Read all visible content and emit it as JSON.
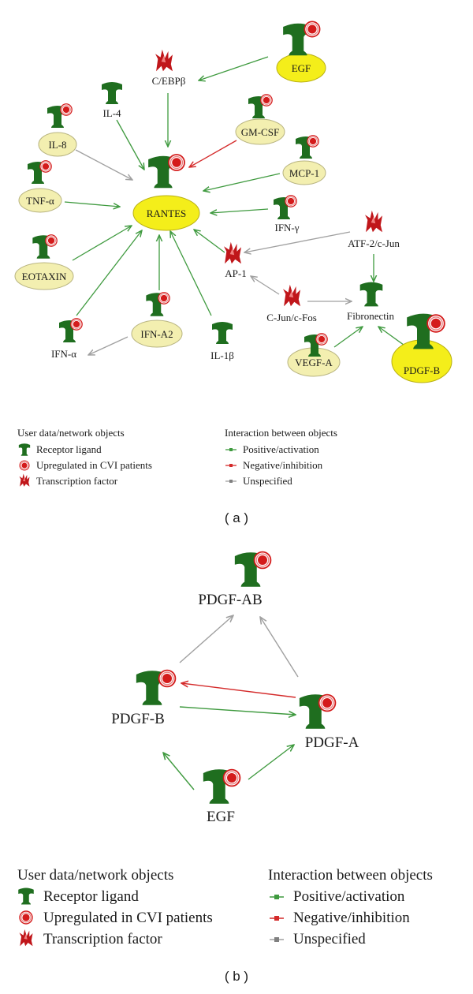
{
  "colors": {
    "positive": "#3f9a3f",
    "negative": "#d42a2a",
    "unspecified": "#a0a0a0",
    "ligand": "#1f6e1f",
    "upregulated": "#d41b1b",
    "tf": "#c0161a",
    "node_yellow": "#f4ee1a",
    "node_pale": "#f3efb0"
  },
  "panel_a": {
    "caption": "( a )",
    "nodes": {
      "egf": "EGF",
      "cebpb": "C/EBPβ",
      "il4": "IL-4",
      "gmcsf": "GM-CSF",
      "il8": "IL-8",
      "mcp1": "MCP-1",
      "tnfa": "TNF-α",
      "rantes": "RANTES",
      "ifng": "IFN-γ",
      "atf2": "ATF-2/c-Jun",
      "eotaxin": "EOTAXIN",
      "ap1": "AP-1",
      "cjun": "C-Jun/c-Fos",
      "fibronectin": "Fibronectin",
      "ifna": "IFN-α",
      "ifna2": "IFN-A2",
      "il1b": "IL-1β",
      "vegfa": "VEGF-A",
      "pdgfb": "PDGF-B"
    },
    "legend": {
      "objects_title": "User data/network objects",
      "objects": [
        "Receptor ligand",
        "Upregulated in CVI patients",
        "Transcription factor"
      ],
      "interactions_title": "Interaction between objects",
      "interactions": [
        "Positive/activation",
        "Negative/inhibition",
        "Unspecified"
      ]
    }
  },
  "panel_b": {
    "caption": "( b )",
    "nodes": {
      "pdgfab": "PDGF-AB",
      "pdgfb": "PDGF-B",
      "pdgfa": "PDGF-A",
      "egf": "EGF"
    },
    "legend": {
      "objects_title": "User data/network objects",
      "objects": [
        "Receptor ligand",
        "Upregulated in CVI patients",
        "Transcription factor"
      ],
      "interactions_title": "Interaction between objects",
      "interactions": [
        "Positive/activation",
        "Negative/inhibition",
        "Unspecified"
      ]
    }
  }
}
